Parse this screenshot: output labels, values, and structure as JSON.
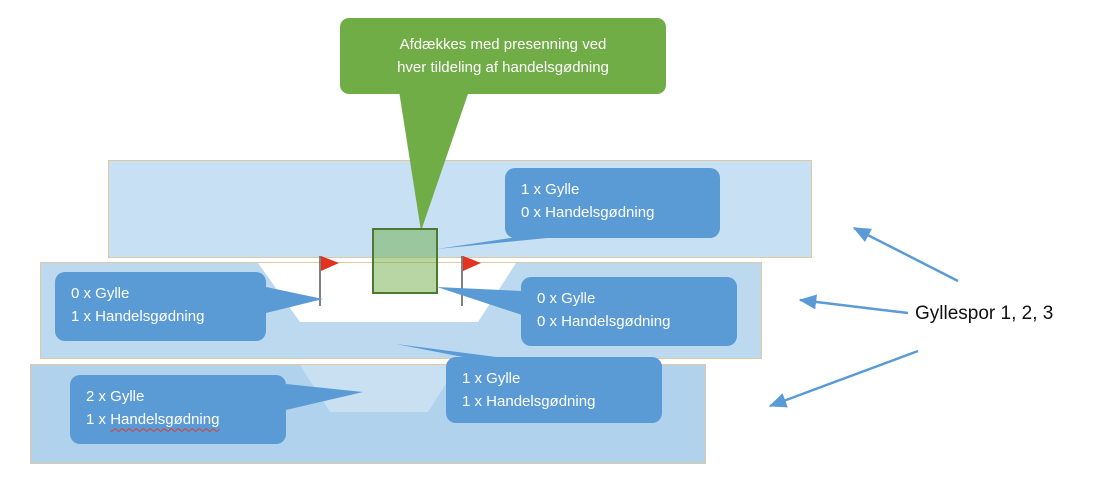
{
  "diagram": {
    "green_callout": {
      "line1": "Afdækkes med presenning ved",
      "line2": "hver tildeling af handelsgødning"
    },
    "callouts": {
      "top_right": {
        "line1": "1 x Gylle",
        "line2": "0 x Handelsgødning"
      },
      "middle_left": {
        "line1": "0 x Gylle",
        "line2": "1 x Handelsgødning"
      },
      "middle_right": {
        "line1": "0 x Gylle",
        "line2": "0 x Handelsgødning"
      },
      "bottom_center": {
        "line1": "1 x Gylle",
        "line2": "1 x Handelsgødning"
      },
      "bottom_left": {
        "line1": "2 x Gylle",
        "line2_prefix": "1 x ",
        "line2_word": "Handelsgødning"
      }
    },
    "labels": {
      "gyllespor": "Gyllespor 1, 2, 3"
    },
    "colors": {
      "band_top": "#C7E0F4",
      "band_middle": "#BDD9F0",
      "band_bottom": "#B0D2ED",
      "band_border": "#DFC9A2",
      "callout_blue": "#5B9BD5",
      "callout_green": "#70AD47",
      "square_fill": "rgba(112,173,71,0.5)",
      "square_border": "#4E7A30",
      "flag_red": "#E3321E",
      "arrow_blue": "#5B9BD5",
      "text_on_callout": "#FFFFFF",
      "label_text": "#111111"
    }
  }
}
